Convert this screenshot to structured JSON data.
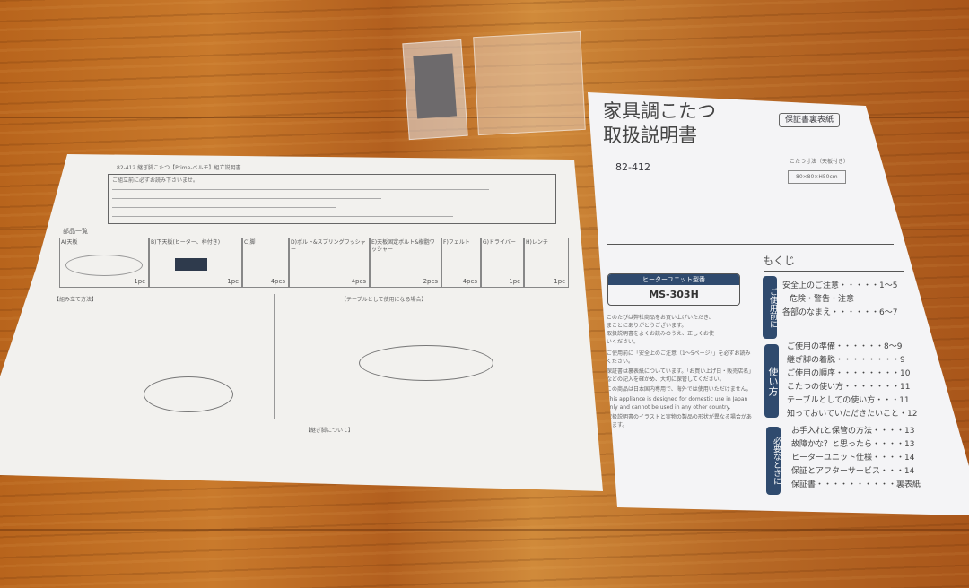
{
  "left_sheet": {
    "header": "82-412 継ぎ脚こたつ【Prime-ベルモ】組立説明書",
    "notice_title": "ご組立前に必ずお読み下さいませ。",
    "parts_title": "部品一覧",
    "parts": [
      {
        "name": "A)天板",
        "qty": "1pc"
      },
      {
        "name": "B)下天板(ヒーター、枠付き)",
        "qty": "1pc"
      },
      {
        "name": "C)脚",
        "qty": "4pcs"
      },
      {
        "name": "D)ボルト&スプリングワッシャー",
        "qty": "4pcs"
      },
      {
        "name": "E)天板固定ボルト&樹脂ワッシャー",
        "qty": "2pcs"
      },
      {
        "name": "F)フェルト",
        "qty": "4pcs"
      },
      {
        "name": "G)ドライバー",
        "qty": "1pc"
      },
      {
        "name": "H)レンチ",
        "qty": "1pc"
      }
    ],
    "section_assembly": "【組み立て方法】",
    "section_table": "【テーブルとして使用になる場合】",
    "section_legs": "【継ぎ脚について】"
  },
  "right_sheet": {
    "title_line1": "家具調こたつ",
    "title_line2": "取扱説明書",
    "warranty_badge": "保証書裏表紙",
    "model": "82-412",
    "size_label": "こたつ寸法（天板付き）",
    "size_value": "80×80×H50cm",
    "heater_label": "ヒーターユニット型番",
    "heater_model": "MS-303H",
    "toc_title": "もくじ",
    "toc_groups": [
      {
        "tab": "ご使用前に",
        "items": [
          "安全上のご注意・・・・・1〜5",
          "危険・警告・注意",
          "各部のなまえ・・・・・・6〜7"
        ]
      },
      {
        "tab": "使い方",
        "items": [
          "ご使用の準備・・・・・・8〜9",
          "継ぎ脚の着脱・・・・・・・・9",
          "ご使用の順序・・・・・・・・10",
          "こたつの使い方・・・・・・・11",
          "テーブルとしての使い方・・・11",
          "知っておいていただきたいこと・12"
        ]
      },
      {
        "tab": "必要なときに",
        "items": [
          "お手入れと保管の方法・・・・13",
          "故障かな？と思ったら・・・・13",
          "ヒーターユニット仕様・・・・14",
          "保証とアフターサービス・・・14",
          "保証書・・・・・・・・・・裏表紙"
        ]
      }
    ],
    "intro_lines": [
      "このたびは弊社商品をお買い上げいただき、",
      "まことにありがとうございます。",
      "取扱説明書をよくお読みのうえ、正しくお使",
      "いください。"
    ],
    "bullets": [
      "ご使用前に「安全上のご注意（1〜5ページ）」を必ずお読みください。",
      "保証書は裏表紙についています。「お買い上げ日・販売店名」などの記入を確かめ、大切に保管してください。",
      "この商品は日本国内専用で、海外では使用いただけません。",
      "This appliance is designed for domestic use in Japan only and cannot be used in any other country.",
      "取扱説明書のイラストと実物の製品の形状が異なる場合があります。"
    ]
  }
}
